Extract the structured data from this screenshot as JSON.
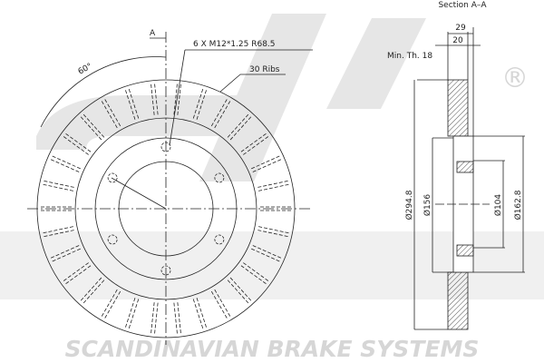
{
  "front_view": {
    "section_marker": "A",
    "thread_spec": "6 X M12*1.25 R68.5",
    "ribs_label": "30 Ribs",
    "angle_label": "60°",
    "bolt_holes": 6,
    "ribs": 30
  },
  "section_view": {
    "title": "Section A–A",
    "overall_thickness": "29",
    "disc_thickness": "20",
    "min_thickness": "Min. Th. 18",
    "outer_diameter": "Ø294.8",
    "diameter_156": "Ø156",
    "bore_diameter": "Ø104",
    "hub_diameter": "Ø162.8"
  },
  "watermark": {
    "brand_text": "SCANDINAVIAN BRAKE SYSTEMS",
    "logo": "sbs",
    "registered_mark": "®"
  },
  "colors": {
    "line": "#222222",
    "watermark": "#d6d6d6"
  }
}
